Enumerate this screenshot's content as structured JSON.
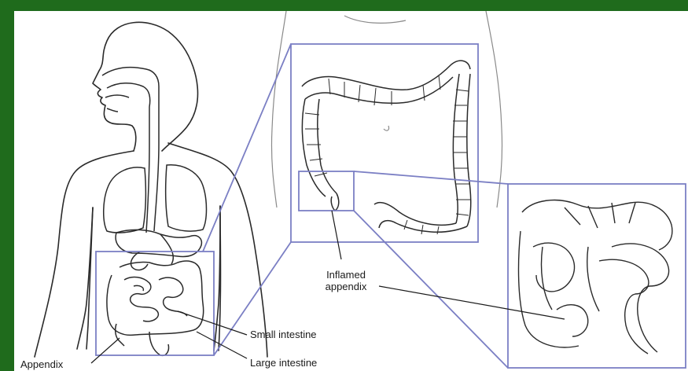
{
  "colors": {
    "frame_green": "#1f6b1c",
    "callout_box": "#7b7fc4",
    "line_art": "#2a2a2a"
  },
  "labels": {
    "appendix": "Appendix",
    "small_intestine": "Small intestine",
    "large_intestine": "Large intestine",
    "inflamed_appendix_line1": "Inflamed",
    "inflamed_appendix_line2": "appendix"
  }
}
